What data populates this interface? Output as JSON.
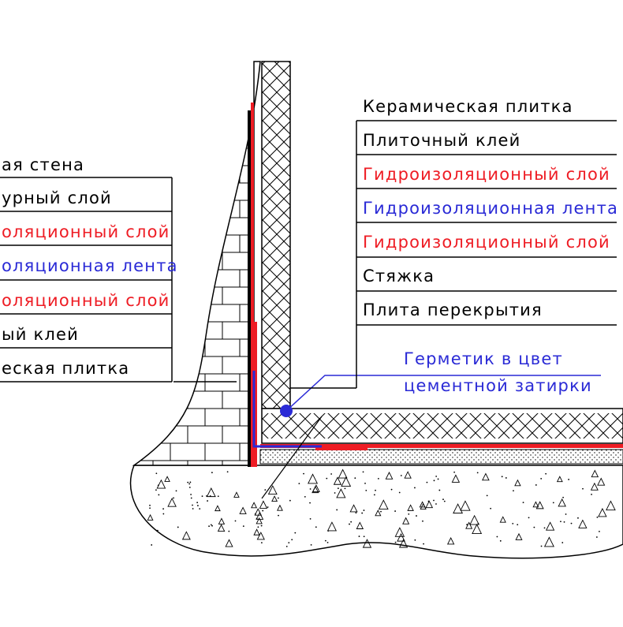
{
  "colors": {
    "black": "#000000",
    "red": "#ee1c24",
    "blue": "#2a2ad6",
    "line": "#000000"
  },
  "left_labels": [
    {
      "text": "ая стена",
      "color": "black"
    },
    {
      "text": "урный слой",
      "color": "black"
    },
    {
      "text": "оляционный слой",
      "color": "red"
    },
    {
      "text": "оляционная лента",
      "color": "blue"
    },
    {
      "text": "оляционный слой",
      "color": "red"
    },
    {
      "text": "ый клей",
      "color": "black"
    },
    {
      "text": "еская плитка",
      "color": "black"
    }
  ],
  "right_labels": [
    {
      "text": "Керамическая плитка",
      "color": "black"
    },
    {
      "text": "Плиточный клей",
      "color": "black"
    },
    {
      "text": "Гидроизоляционный слой",
      "color": "red"
    },
    {
      "text": "Гидроизоляционная лента",
      "color": "blue"
    },
    {
      "text": "Гидроизоляционный слой",
      "color": "red"
    },
    {
      "text": "Стяжка",
      "color": "black"
    },
    {
      "text": "Плита перекрытия",
      "color": "black"
    }
  ],
  "sealant": {
    "line1": "Герметик в цвет",
    "line2": "цементной затирки",
    "color": "blue"
  }
}
